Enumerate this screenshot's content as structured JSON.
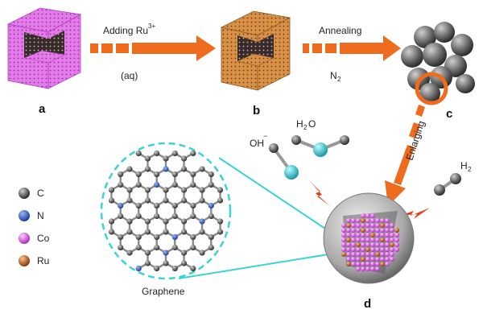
{
  "steps": {
    "step1_label": "Adding Ru",
    "step1_sup": "3+",
    "step1_sub": "(aq)",
    "step2_label": "Annealing",
    "step2_sub": "N",
    "step2_sub_index": "2",
    "enlarging_label": "Enlarging"
  },
  "panels": {
    "a": "a",
    "b": "b",
    "c": "c",
    "d": "d"
  },
  "molecules": {
    "hydroxide": "OH",
    "hydroxide_charge": "−",
    "water": "H",
    "water_index": "2",
    "water_o": "O",
    "hydrogen": "H",
    "hydrogen_index": "2"
  },
  "graphene_label": "Graphene",
  "legend": [
    {
      "symbol": "C",
      "color": "#4a4a4a"
    },
    {
      "symbol": "N",
      "color": "#2a52be"
    },
    {
      "symbol": "Co",
      "color": "#e066e6"
    },
    {
      "symbol": "Ru",
      "color": "#c0601a"
    }
  ],
  "colors": {
    "arrow": "#ef6b1e",
    "cyan": "#3cd3d3",
    "magenta_cube": "#e070e8",
    "orange_cube": "#d98c3a"
  }
}
